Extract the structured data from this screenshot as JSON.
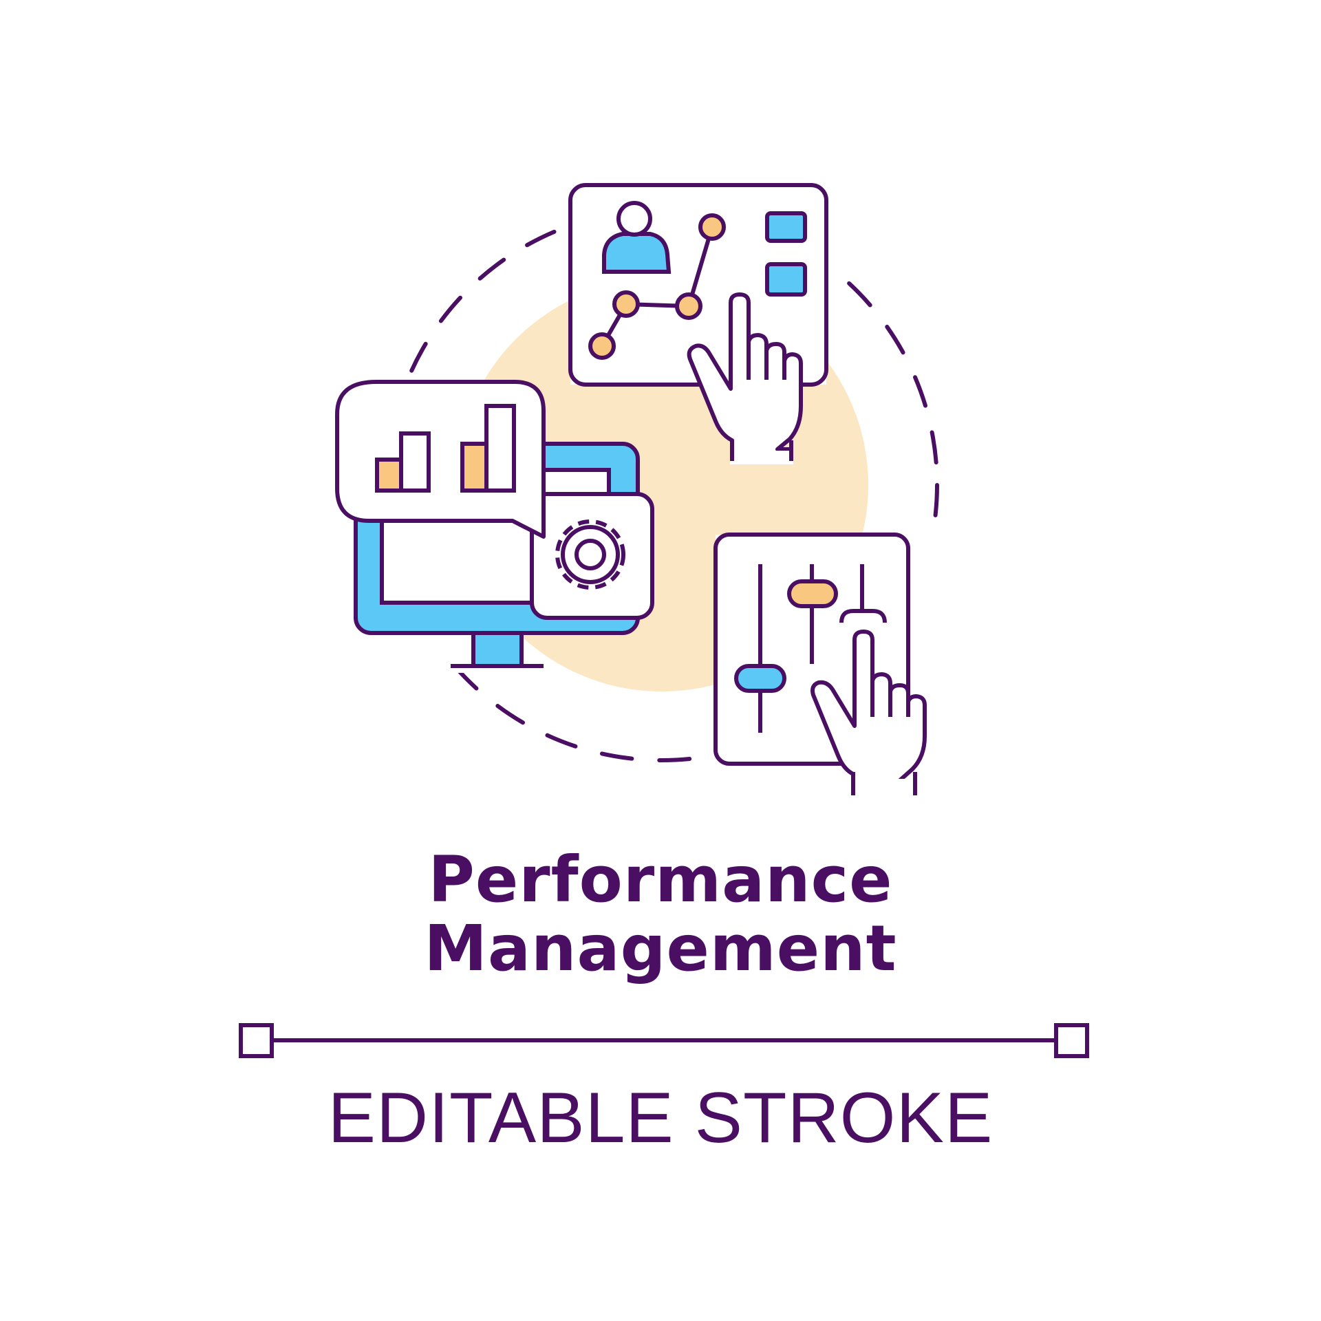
{
  "title": {
    "line1": "Performance",
    "line2": "Management"
  },
  "caption": "EDITABLE STROKE",
  "colors": {
    "stroke": "#4a0f63",
    "accent_blue": "#5bc8f5",
    "accent_orange": "#f9c77f",
    "background_blob": "#fce7c4",
    "background": "#ffffff"
  },
  "icons": [
    "dashed-circle-icon",
    "profile-card-icon",
    "user-icon",
    "line-graph-icon",
    "pointing-hand-icon",
    "monitor-icon",
    "bar-chart-popup-icon",
    "gear-icon",
    "sliders-panel-icon",
    "slider-knob-icon"
  ]
}
